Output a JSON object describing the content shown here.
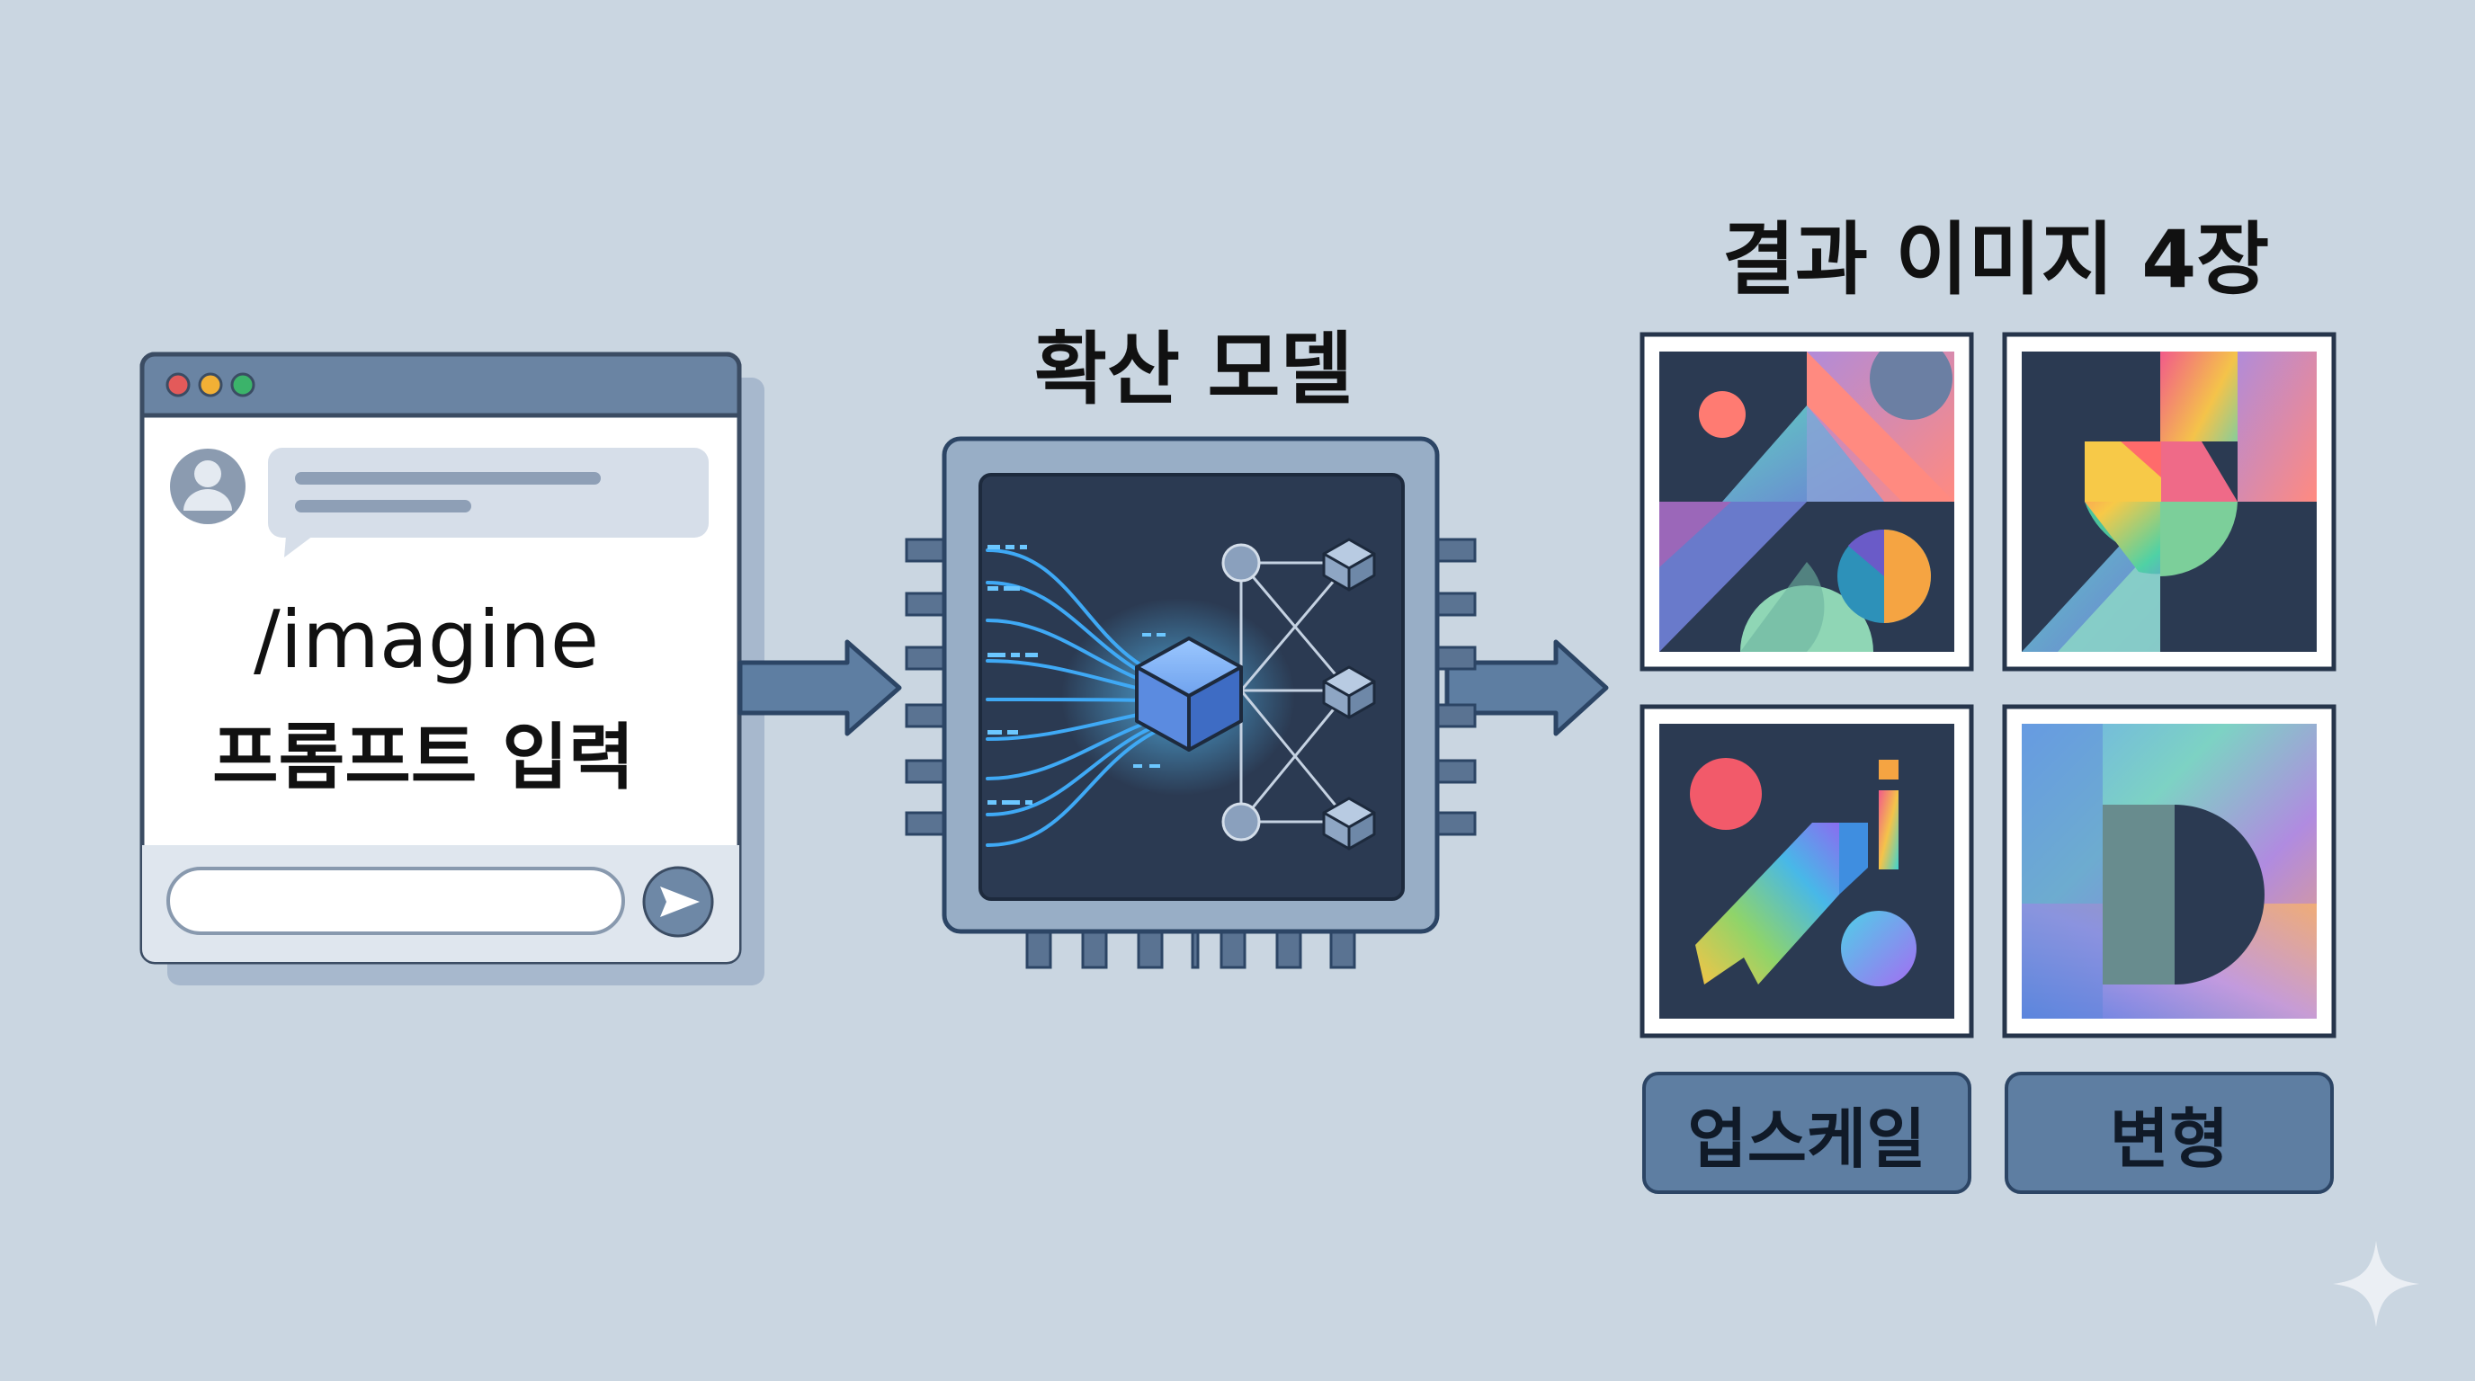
{
  "prompt_panel": {
    "command": "/imagine",
    "label": "프롬프트 입력"
  },
  "model": {
    "title": "확산 모델"
  },
  "results": {
    "title": "결과 이미지 4장",
    "image_count": 4,
    "actions": {
      "upscale_label": "업스케일",
      "variation_label": "변형"
    }
  },
  "colors": {
    "background": "#cad6e1",
    "panel_dark": "#2b3a52",
    "accent_blue": "#3fa9f5",
    "button_fill": "#5e7ea2",
    "window_dot_red": "#e35a5a",
    "window_dot_yellow": "#f2b035",
    "window_dot_green": "#3bb36a"
  },
  "icons": [
    "avatar-icon",
    "send-icon",
    "chip-icon",
    "cube-icon",
    "arrow-right-icon",
    "sparkle-icon"
  ]
}
